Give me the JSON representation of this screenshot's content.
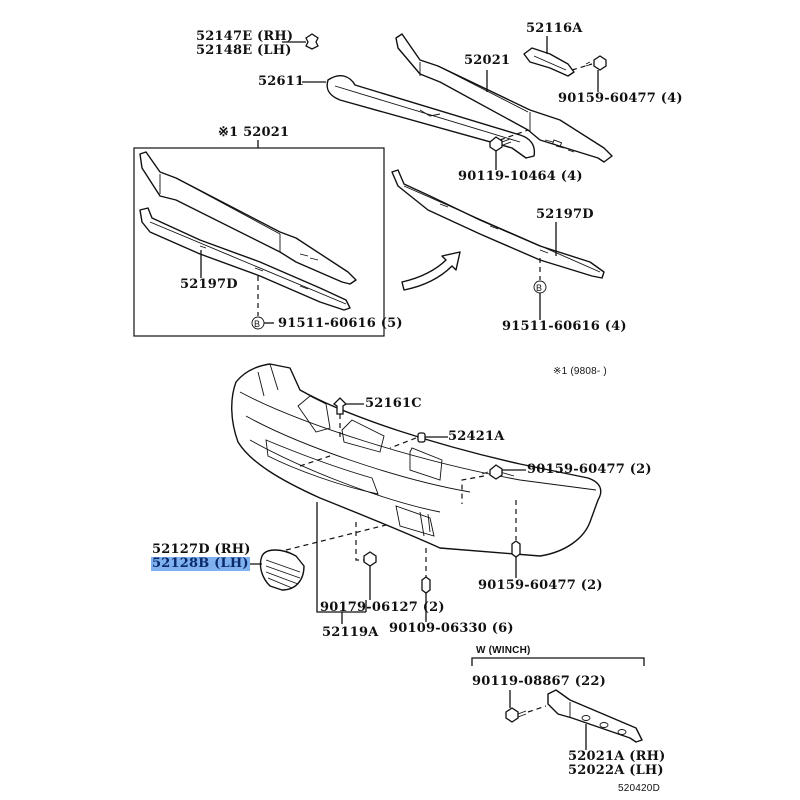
{
  "diagram": {
    "title_code": "520420D",
    "note": "※1 (9808-      )",
    "labels": {
      "clip_rh": "52147E (RH)",
      "clip_lh": "52148E (LH)",
      "absorber": "52611",
      "reinforcement_top": "52021",
      "bracket_top": "52116A",
      "bolt_top_right": "90159-60477 (4)",
      "bolt_mid": "90119-10464 (4)",
      "boxed_reinf": "※1 52021",
      "boxed_retainer": "52197D",
      "boxed_rivet": "91511-60616 (5)",
      "rivet_marker": "B",
      "retainer_right": "52197D",
      "rivet_right": "91511-60616 (4)",
      "clip_52161c": "52161C",
      "seal_52421a": "52421A",
      "bolt_side": "90159-60477 (2)",
      "grille_rh": "52127D (RH)",
      "grille_lh": "52128B (LH)",
      "bolt_lower_right": "90159-60477 (2)",
      "nut_90179": "90179-06127 (2)",
      "cover_52119a": "52119A",
      "bolt_90109": "90109-06330 (6)",
      "winch_heading": "W (WINCH)",
      "winch_bolt": "90119-08867 (22)",
      "winch_ext_rh": "52021A (RH)",
      "winch_ext_lh": "52022A (LH)"
    },
    "highlighted_part": "52128B (LH)",
    "highlight_color": "#7fb1f0"
  }
}
